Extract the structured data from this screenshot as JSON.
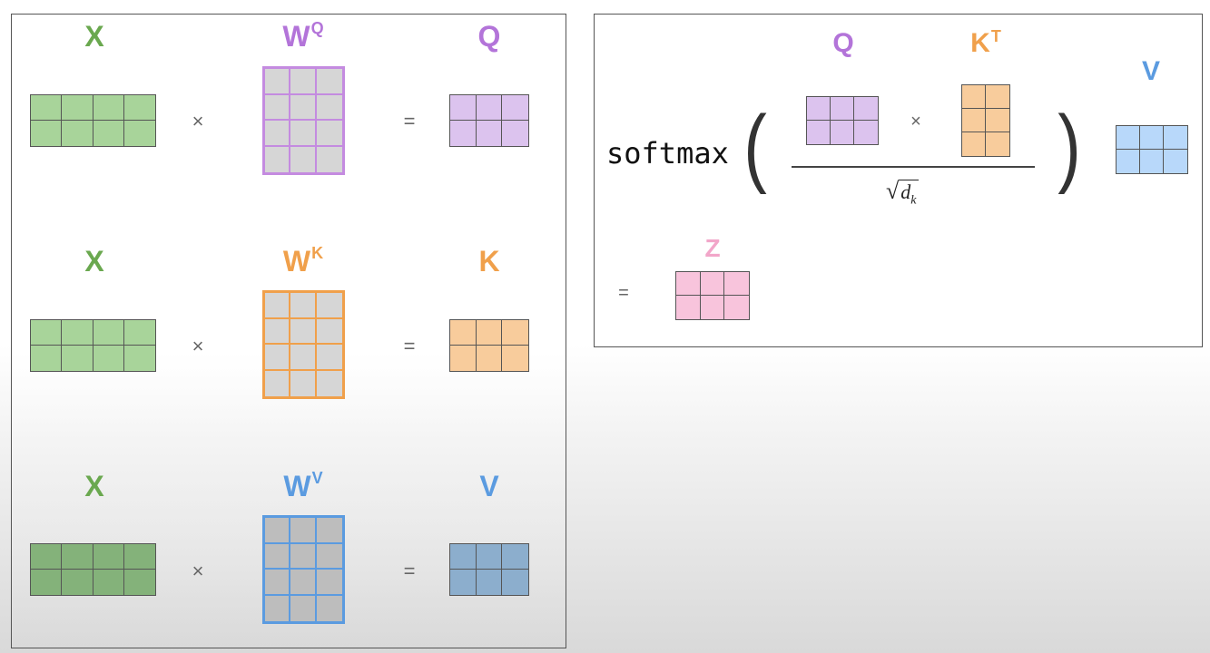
{
  "colors": {
    "x_green": "#6aa84f",
    "q_purple": "#b374d9",
    "k_orange": "#f0a04b",
    "v_blue": "#5b9be0",
    "z_pink": "#f2a6c9"
  },
  "left": {
    "rows": [
      {
        "x_label": "X",
        "w_label": "W",
        "w_sup": "Q",
        "out_label": "Q",
        "times": "×",
        "equals": "="
      },
      {
        "x_label": "X",
        "w_label": "W",
        "w_sup": "K",
        "out_label": "K",
        "times": "×",
        "equals": "="
      },
      {
        "x_label": "X",
        "w_label": "W",
        "w_sup": "V",
        "out_label": "V",
        "times": "×",
        "equals": "="
      }
    ]
  },
  "right": {
    "softmax": "softmax",
    "q_label": "Q",
    "k_label": "K",
    "k_sup": "T",
    "v_label": "V",
    "times": "×",
    "sqrt_var": "d",
    "sqrt_sub": "k",
    "z_label": "Z",
    "equals": "="
  }
}
